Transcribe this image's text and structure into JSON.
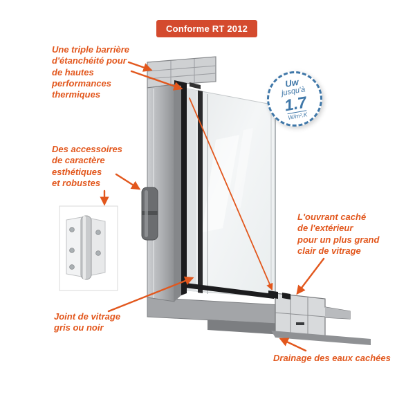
{
  "badge": {
    "label": "Conforme RT 2012"
  },
  "uw_badge": {
    "prefix": "Uw",
    "qualifier": "jusqu'à",
    "value": "1.7",
    "unit": "W/m².K"
  },
  "annotations": {
    "triple_seal": "Une triple barrière\nd'étanchéité pour\nde hautes\nperformances\nthermiques",
    "accessories": "Des accessoires\nde caractère\nesthétiques\net robustes",
    "glazing_joint": "Joint de vitrage\ngris ou noir",
    "hidden_sash": "L'ouvrant caché\nde l'extérieur\npour un plus grand\nclair de vitrage",
    "drainage": "Drainage des eaux cachées"
  },
  "colors": {
    "annotation_orange": "#e2571d",
    "badge_red": "#d44a2e",
    "uw_blue": "#3f77a8",
    "frame_gray": "#a3a5a8",
    "gasket_black": "#1c1c1e",
    "glass_tint": "#eef1f2"
  }
}
